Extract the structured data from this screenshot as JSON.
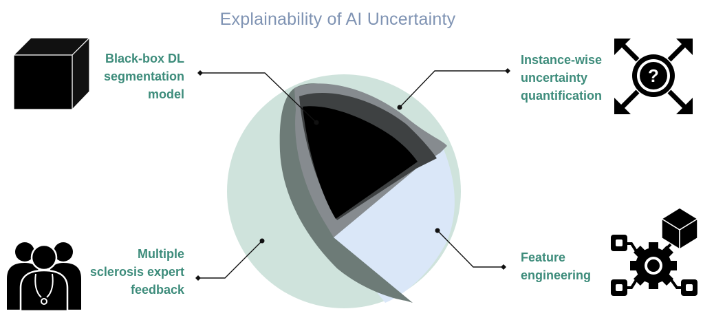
{
  "title": "Explainability of AI Uncertainty",
  "labels": {
    "black_box": [
      "Black-box DL",
      "segmentation",
      "model"
    ],
    "instance_wise": [
      "Instance-wise",
      "uncertainty",
      "quantification"
    ],
    "ms_feedback": [
      "Multiple",
      "sclerosis expert",
      "feedback"
    ],
    "feature": [
      "Feature",
      "engineering"
    ]
  },
  "icons": {
    "top_left": "black-cube-icon",
    "top_right": "question-expand-icon",
    "bottom_left": "medical-experts-icon",
    "bottom_right": "gear-network-icon"
  },
  "colors": {
    "label_text": "#3d8c7b",
    "title_text": "#7f93b3",
    "sphere_outer": "#cfe3dc",
    "sphere_blue": "#dae7f8",
    "shell_dark": "#6d7b77",
    "shell_mid": "#868b8f",
    "core": "#000000"
  }
}
